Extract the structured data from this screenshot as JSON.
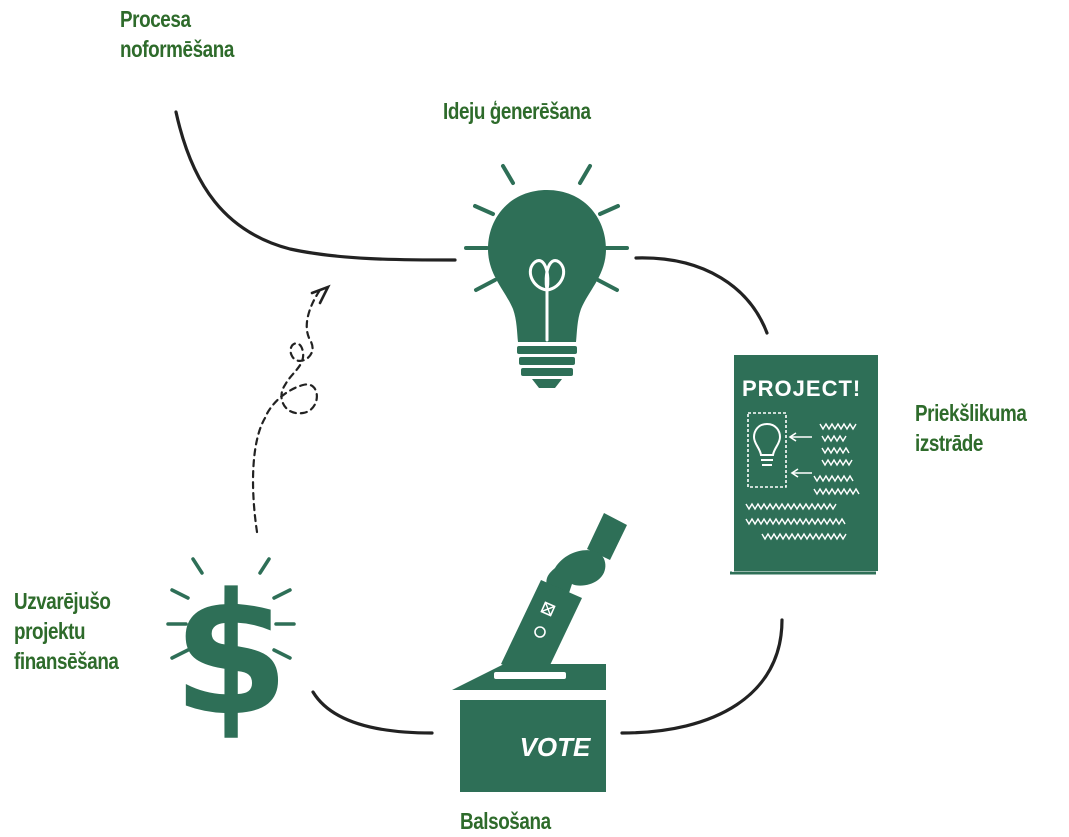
{
  "colors": {
    "icon_fill": "#2e6f57",
    "label_text": "#2e6b2b",
    "line": "#222222",
    "background": "#ffffff"
  },
  "stages": {
    "process_formation": {
      "line1": "Procesa",
      "line2": "noformēšana"
    },
    "idea_generation": {
      "line1": "Ideju ģenerēšana"
    },
    "proposal_development": {
      "line1": "Priekšlikuma",
      "line2": "izstrāde"
    },
    "voting": {
      "line1": "Balsošana"
    },
    "winning_project_funding": {
      "line1": "Uzvarējušo",
      "line2": "projektu",
      "line3": "finansēšana"
    }
  },
  "icons": {
    "lightbulb": "lightbulb-icon",
    "project_document": "project-document-icon",
    "ballot_box": "ballot-box-icon",
    "dollar": "dollar-sign-icon"
  },
  "project_doc": {
    "title": "PROJECT!"
  },
  "ballot_box": {
    "label": "VOTE"
  }
}
